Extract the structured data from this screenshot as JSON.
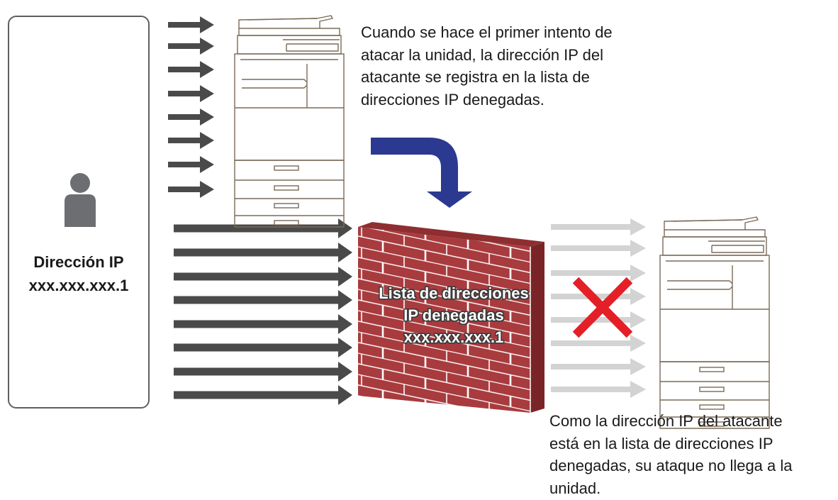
{
  "attacker": {
    "line1": "Dirección IP",
    "line2": "xxx.xxx.xxx.1",
    "icon": "person-icon"
  },
  "top_caption": {
    "lines": [
      "Cuando se hace el primer intento de",
      "atacar la unidad, la dirección IP del",
      "atacante se registra en la lista de",
      "direcciones IP denegadas."
    ]
  },
  "wall": {
    "line1": "Lista de direcciones",
    "line2": "IP denegadas",
    "line3": "xxx.xxx.xxx.1",
    "brick_color": "#a83b3e",
    "mortar_color": "#ffffff"
  },
  "bottom_caption": {
    "lines": [
      "Como la dirección IP del atacante",
      "está en la lista de direcciones IP",
      "denegadas, su ataque no llega a la",
      "unidad."
    ]
  },
  "colors": {
    "attack_arrow": "#4a4a4a",
    "blocked_arrow": "#d3d3d3",
    "flow_arrow": "#2b3990",
    "block_mark": "#e32028",
    "printer_outline": "#7a6a58"
  },
  "icons": [
    "person-icon",
    "printer-icon",
    "brick-wall-icon",
    "blocked-x-icon",
    "curved-arrow-icon"
  ]
}
